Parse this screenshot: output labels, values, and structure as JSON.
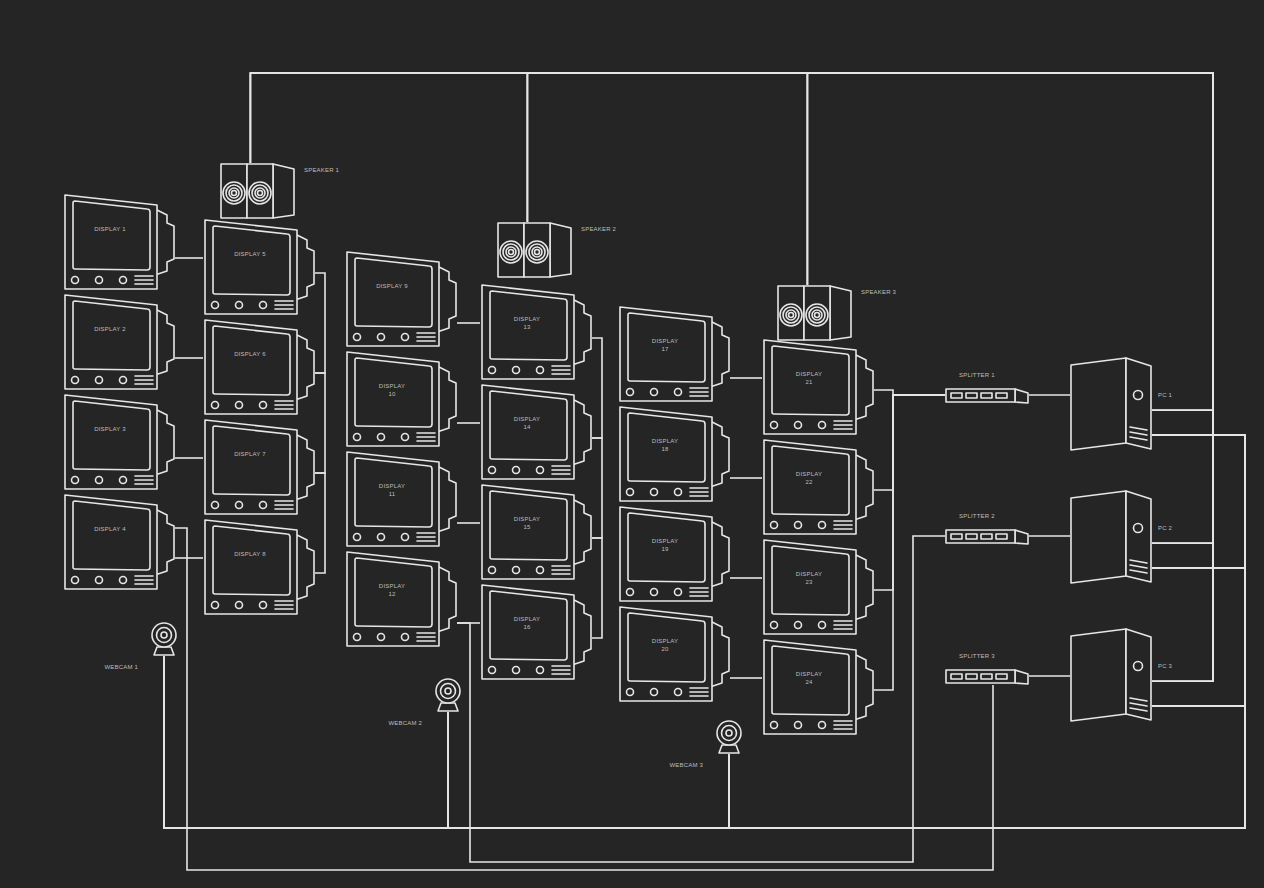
{
  "diagram": {
    "nodes": [
      {
        "text": [
          "DISPLAY 1"
        ]
      },
      {
        "text": [
          "DISPLAY 2"
        ]
      },
      {
        "text": [
          "DISPLAY 3"
        ]
      },
      {
        "text": [
          "DISPLAY 4"
        ]
      },
      {
        "text": [
          "DISPLAY 5"
        ]
      },
      {
        "text": [
          "DISPLAY 6"
        ]
      },
      {
        "text": [
          "DISPLAY 7"
        ]
      },
      {
        "text": [
          "DISPLAY 8"
        ]
      },
      {
        "text": [
          "DISPLAY 9"
        ]
      },
      {
        "text": [
          "DISPLAY 10"
        ]
      },
      {
        "text": [
          "DISPLAY 11"
        ]
      },
      {
        "text": [
          "DISPLAY 12"
        ]
      },
      {
        "text": [
          "DISPLAY 13"
        ]
      },
      {
        "text": [
          "DISPLAY 14"
        ]
      },
      {
        "text": [
          "DISPLAY 15"
        ]
      },
      {
        "text": [
          "DISPLAY 16"
        ]
      },
      {
        "text": [
          "DISPLAY 17"
        ]
      },
      {
        "text": [
          "DISPLAY 18"
        ]
      },
      {
        "text": [
          "DISPLAY 19"
        ]
      },
      {
        "text": [
          "DISPLAY 20"
        ]
      },
      {
        "text": [
          "DISPLAY 21"
        ]
      },
      {
        "text": [
          "DISPLAY 22"
        ]
      },
      {
        "text": [
          "DISPLAY 23"
        ]
      },
      {
        "text": [
          "DISPLAY 24"
        ]
      },
      {
        "text": [
          "SPEAKER 1"
        ]
      },
      {
        "text": [
          "SPEAKER 2"
        ]
      },
      {
        "text": [
          "SPEAKER 3"
        ]
      },
      {
        "text": [
          "WEBCAM 1"
        ]
      },
      {
        "text": [
          "WEBCAM 2"
        ]
      },
      {
        "text": [
          "WEBCAM 3"
        ]
      },
      {
        "text": [
          "SPLITTER 1"
        ]
      },
      {
        "text": [
          "SPLITTER 2"
        ]
      },
      {
        "text": [
          "SPLITTER 3"
        ]
      },
      {
        "text": [
          "PC 1"
        ]
      },
      {
        "text": [
          "PC 2"
        ]
      },
      {
        "text": [
          "PC 3"
        ]
      }
    ],
    "edges": [
      {
        "from": 0,
        "to": 4,
        "arrow": "none"
      },
      {
        "from": 1,
        "to": 5,
        "arrow": "none"
      },
      {
        "from": 2,
        "to": 6,
        "arrow": "none"
      },
      {
        "from": 3,
        "to": 7,
        "arrow": "none"
      },
      {
        "from": 8,
        "to": 12,
        "arrow": "none"
      },
      {
        "from": 9,
        "to": 13,
        "arrow": "none"
      },
      {
        "from": 10,
        "to": 14,
        "arrow": "none"
      },
      {
        "from": 11,
        "to": 15,
        "arrow": "none"
      },
      {
        "from": 16,
        "to": 20,
        "arrow": "none"
      },
      {
        "from": 17,
        "to": 21,
        "arrow": "none"
      },
      {
        "from": 18,
        "to": 22,
        "arrow": "none"
      },
      {
        "from": 19,
        "to": 23,
        "arrow": "none"
      },
      {
        "from": 4,
        "to": 5,
        "arrow": "none"
      },
      {
        "from": 5,
        "to": 6,
        "arrow": "none"
      },
      {
        "from": 6,
        "to": 7,
        "arrow": "none"
      },
      {
        "from": 12,
        "to": 13,
        "arrow": "none"
      },
      {
        "from": 13,
        "to": 14,
        "arrow": "none"
      },
      {
        "from": 14,
        "to": 15,
        "arrow": "none"
      },
      {
        "from": 20,
        "to": 30,
        "arrow": "none"
      },
      {
        "from": 21,
        "to": 30,
        "arrow": "none"
      },
      {
        "from": 22,
        "to": 30,
        "arrow": "none"
      },
      {
        "from": 23,
        "to": 30,
        "arrow": "none"
      },
      {
        "from": 11,
        "to": 31,
        "arrow": "none"
      },
      {
        "from": 3,
        "to": 32,
        "arrow": "none"
      },
      {
        "from": 30,
        "to": 33,
        "arrow": "none"
      },
      {
        "from": 31,
        "to": 34,
        "arrow": "none"
      },
      {
        "from": 32,
        "to": 35,
        "arrow": "none"
      },
      {
        "from": 24,
        "to": 33,
        "arrow": "none"
      },
      {
        "from": 24,
        "to": 34,
        "arrow": "none"
      },
      {
        "from": 24,
        "to": 35,
        "arrow": "none"
      },
      {
        "from": 25,
        "to": 33,
        "arrow": "none"
      },
      {
        "from": 25,
        "to": 34,
        "arrow": "none"
      },
      {
        "from": 25,
        "to": 35,
        "arrow": "none"
      },
      {
        "from": 26,
        "to": 33,
        "arrow": "none"
      },
      {
        "from": 26,
        "to": 34,
        "arrow": "none"
      },
      {
        "from": 26,
        "to": 35,
        "arrow": "none"
      },
      {
        "from": 27,
        "to": 33,
        "arrow": "none"
      },
      {
        "from": 27,
        "to": 34,
        "arrow": "none"
      },
      {
        "from": 27,
        "to": 35,
        "arrow": "none"
      },
      {
        "from": 28,
        "to": 33,
        "arrow": "none"
      },
      {
        "from": 28,
        "to": 34,
        "arrow": "none"
      },
      {
        "from": 28,
        "to": 35,
        "arrow": "none"
      },
      {
        "from": 29,
        "to": 33,
        "arrow": "none"
      },
      {
        "from": 29,
        "to": 34,
        "arrow": "none"
      },
      {
        "from": 29,
        "to": 35,
        "arrow": "none"
      }
    ]
  }
}
